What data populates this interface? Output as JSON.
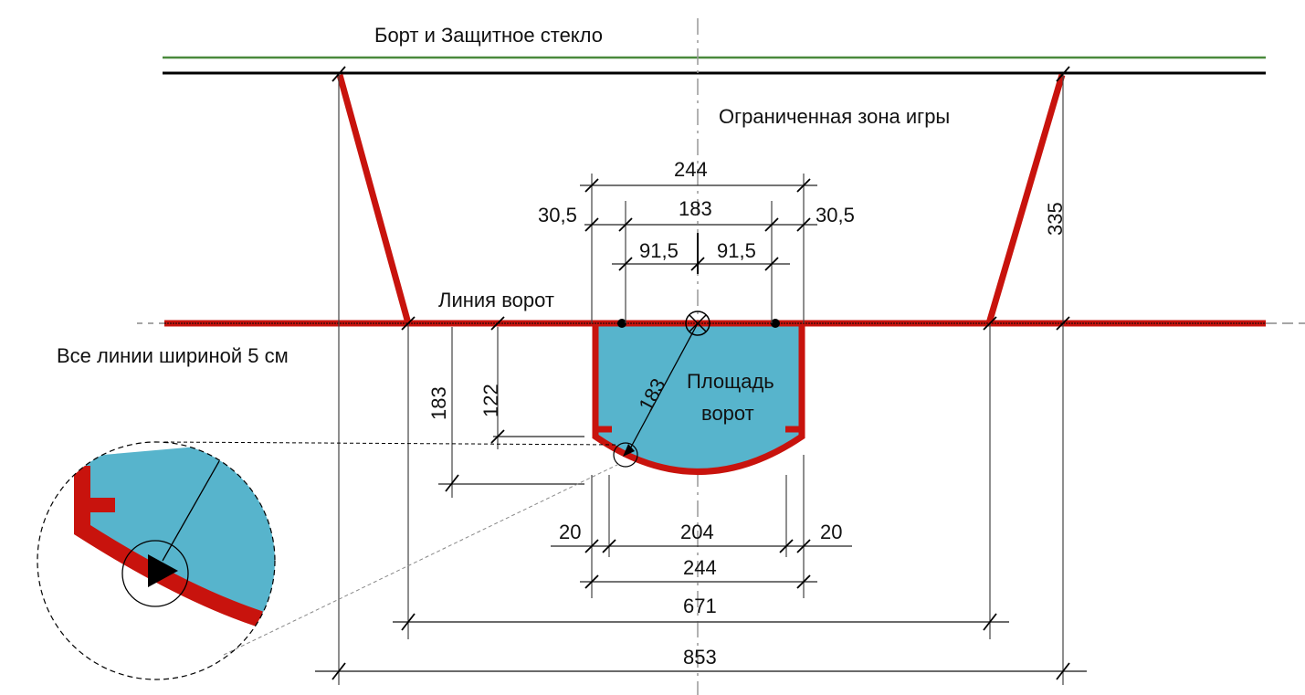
{
  "title": "Борт и Защитное стекло",
  "labels": {
    "restricted_zone": "Ограниченная зона игры",
    "goal_line": "Линия ворот",
    "line_width_note": "Все линии шириной 5 см",
    "goal_crease_line1": "Площадь",
    "goal_crease_line2": "ворот"
  },
  "dimensions": {
    "top_total": "244",
    "top_inner": "183",
    "top_left_offset": "30,5",
    "top_right_offset": "30,5",
    "half_left": "91,5",
    "half_right": "91,5",
    "radius": "183",
    "depth_outer": "183",
    "depth_inner": "122",
    "right_height": "335",
    "bottom_left_gap": "20",
    "bottom_inner": "204",
    "bottom_right_gap": "20",
    "bottom_total": "244",
    "trapezoid_base": "671",
    "trapezoid_top": "853"
  },
  "colors": {
    "line_red": "#c8130d",
    "crease_blue": "#57b4cc",
    "board_green": "#4a8a3c",
    "board_black": "#000000"
  }
}
